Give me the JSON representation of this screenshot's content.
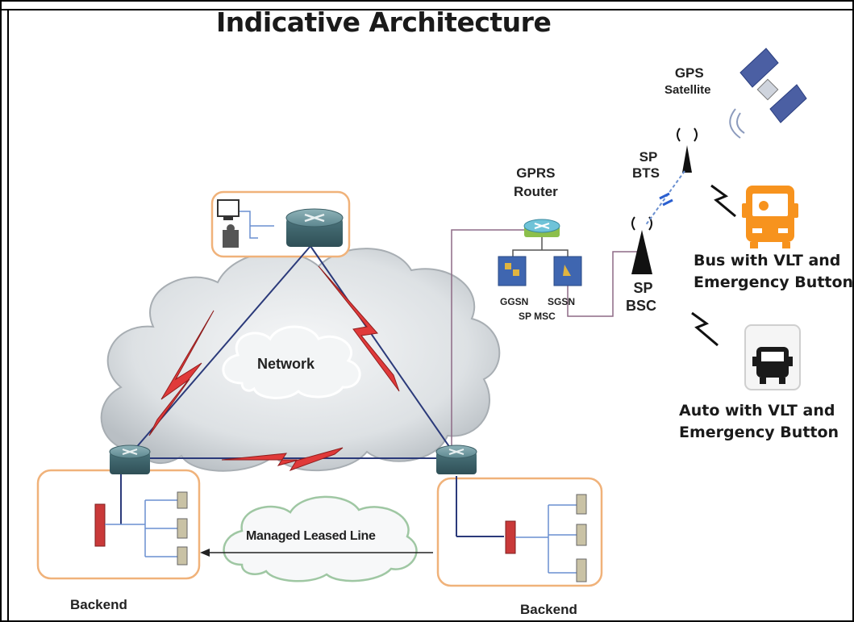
{
  "title": "Indicative Architecture",
  "labels": {
    "gps": [
      "GPS",
      "Satellite"
    ],
    "sp_bts": [
      "SP",
      "BTS"
    ],
    "gprs_router": [
      "GPRS",
      "Router"
    ],
    "sp_bsc": [
      "SP",
      "BSC"
    ],
    "ggsn": "GGSN",
    "sgsn": "SGSN",
    "sp_msc": "SP MSC",
    "network": "Network",
    "managed_leased_line": "Managed Leased Line",
    "backend_left": "Backend",
    "backend_right": "Backend"
  },
  "vehicles": {
    "bus": [
      "Bus with VLT and",
      "Emergency Button"
    ],
    "auto": [
      "Auto with VLT and",
      "Emergency Button"
    ]
  },
  "colors": {
    "cloud": "#dfe3e6",
    "orange": "#f7931e",
    "box_border": "#f0b27a",
    "router": "#4f7a83",
    "link": "#2b3a7a",
    "lightning": "#d12f2f"
  }
}
